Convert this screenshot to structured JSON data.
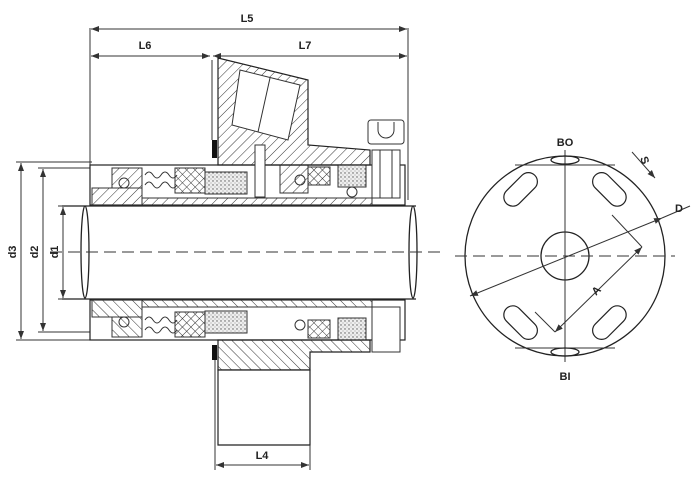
{
  "title": "Mechanical seal assembly drawing",
  "dimensions": {
    "l5": "L5",
    "l6": "L6",
    "l7": "L7",
    "l4": "L4",
    "d3": "d3",
    "d2": "d2",
    "d1": "d1"
  },
  "flange_view": {
    "bo": "BO",
    "bi": "BI",
    "s": "S",
    "d": "D",
    "a": "A"
  },
  "colors": {
    "line": "#333333",
    "background": "#ffffff"
  }
}
